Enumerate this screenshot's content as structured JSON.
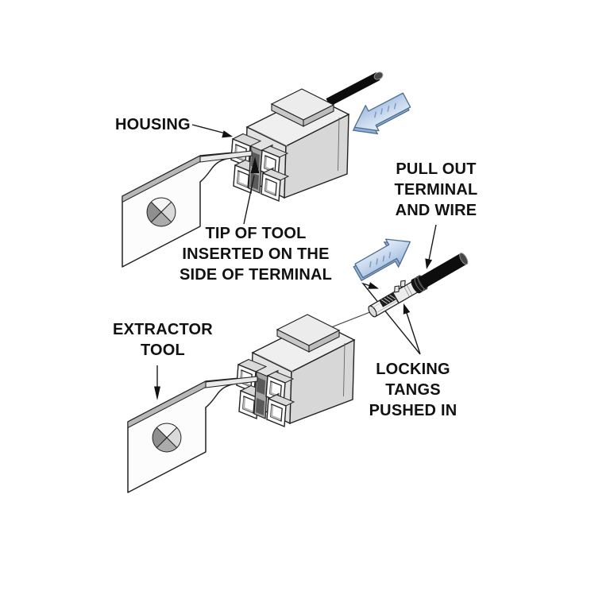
{
  "diagram": {
    "description": "Instructional diagram: extracting a crimp terminal from a connector housing with an extractor tool",
    "labels": {
      "housing": "HOUSING",
      "tip_of_tool": [
        "TIP OF TOOL",
        "INSERTED ON THE",
        "SIDE OF TERMINAL"
      ],
      "pull_out": [
        "PULL OUT",
        "TERMINAL",
        "AND WIRE"
      ],
      "extractor_tool": [
        "EXTRACTOR",
        "TOOL"
      ],
      "locking_tangs": [
        "LOCKING",
        "TANGS",
        "PUSHED IN"
      ]
    },
    "colors": {
      "background": "#ffffff",
      "outline": "#222222",
      "text": "#111111",
      "housing_top_face": "#efefef",
      "housing_side_face": "#d7d7d7",
      "housing_front_face": "#e2e2e2",
      "cavity_face": "#fbfbfb",
      "slot_recess": "#a6a6a6",
      "slot_hole": "#5a5a5a",
      "wire": "#0d0d0d",
      "direction_arrow_light": "#e7eef9",
      "direction_arrow_dark": "#9db9dd",
      "direction_arrow_edge": "#4e6d8d"
    }
  }
}
